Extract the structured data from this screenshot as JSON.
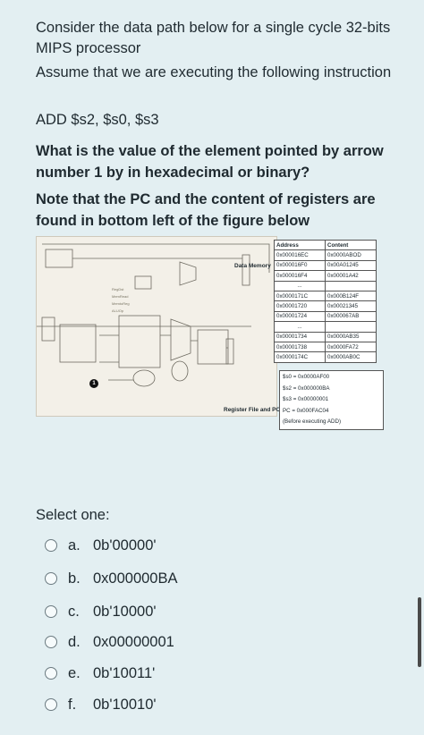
{
  "question": {
    "line1": "Consider the data path below for a single cycle 32-bits MIPS processor",
    "line2": "Assume that we are executing the following instruction",
    "instruction": "ADD $s2, $s0, $s3",
    "bold1": "What is the value of the element pointed by arrow number 1 by in hexadecimal or binary?",
    "bold2": "Note that the PC and the content of registers are found in bottom left of the figure below"
  },
  "figure": {
    "data_memory_label": "Data Memory",
    "register_label": "Register File and PC",
    "arrow_number": "1",
    "table": {
      "headers": [
        "Address",
        "Content"
      ],
      "rows": [
        [
          "0x000016EC",
          "0x0000ABOD"
        ],
        [
          "0x000016F0",
          "0x00A01245"
        ],
        [
          "0x000016F4",
          "0x00001A42"
        ],
        [
          "...",
          ""
        ],
        [
          "0x0000171C",
          "0x000B124F"
        ],
        [
          "0x00001720",
          "0x00021345"
        ],
        [
          "0x00001724",
          "0x000067AB"
        ],
        [
          "...",
          ""
        ],
        [
          "0x00001734",
          "0x0000AB35"
        ],
        [
          "0x00001738",
          "0x0000FA72"
        ],
        [
          "0x0000174C",
          "0x0000AB0C"
        ]
      ]
    },
    "registers": [
      "$s0 = 0x0000AF00",
      "$s2 = 0x000000BA",
      "$s3 = 0x00000001",
      "PC = 0x000FAC04",
      "(Before executing ADD)"
    ]
  },
  "select_label": "Select one:",
  "options": [
    {
      "letter": "a.",
      "text": "0b'00000'"
    },
    {
      "letter": "b.",
      "text": "0x000000BA"
    },
    {
      "letter": "c.",
      "text": "0b'10000'"
    },
    {
      "letter": "d.",
      "text": "0x00000001"
    },
    {
      "letter": "e.",
      "text": "0b'10011'"
    },
    {
      "letter": "f.",
      "text": "0b'10010'"
    }
  ]
}
